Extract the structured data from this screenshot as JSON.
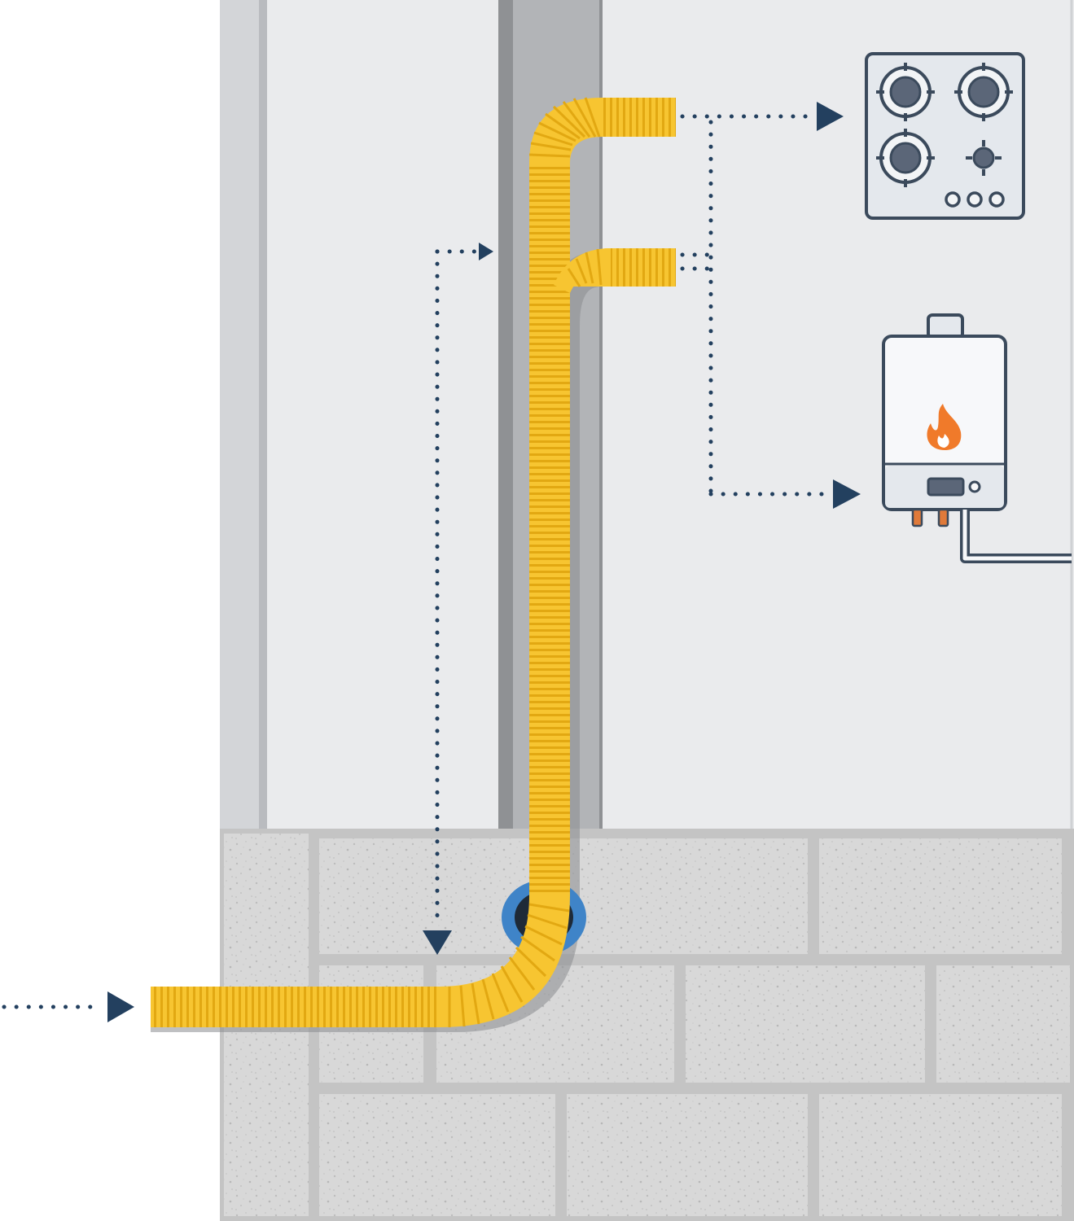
{
  "diagram": {
    "kind": "flexible-gas-line-installation",
    "pipe": {
      "color": "#f7c531",
      "rib_color": "#e0a60f",
      "branches": 2
    },
    "appliances": [
      {
        "id": "cooktop",
        "icon": "gas-cooktop-icon",
        "burners": 4,
        "knobs": 3
      },
      {
        "id": "water-heater",
        "icon": "wall-boiler-icon",
        "flame_color": "#f07a2a"
      }
    ],
    "callout_arrows": [
      {
        "id": "inlet",
        "meaning": "gas-supply-inlet"
      },
      {
        "id": "to-cooktop",
        "meaning": "branch-to-cooktop"
      },
      {
        "id": "to-water-heater",
        "meaning": "branch-to-water-heater"
      },
      {
        "id": "vertical-run",
        "meaning": "run-through-wall-cavity"
      }
    ],
    "colors": {
      "arrow": "#23405f",
      "wall": "#eaebed",
      "wall_shadow": "#d3d5d8",
      "cavity": "#a9abae",
      "block": "#d6d6d6",
      "mortar": "#c4c4c4",
      "grommet": "#3f84c8",
      "outline": "#3b4a5c"
    }
  }
}
